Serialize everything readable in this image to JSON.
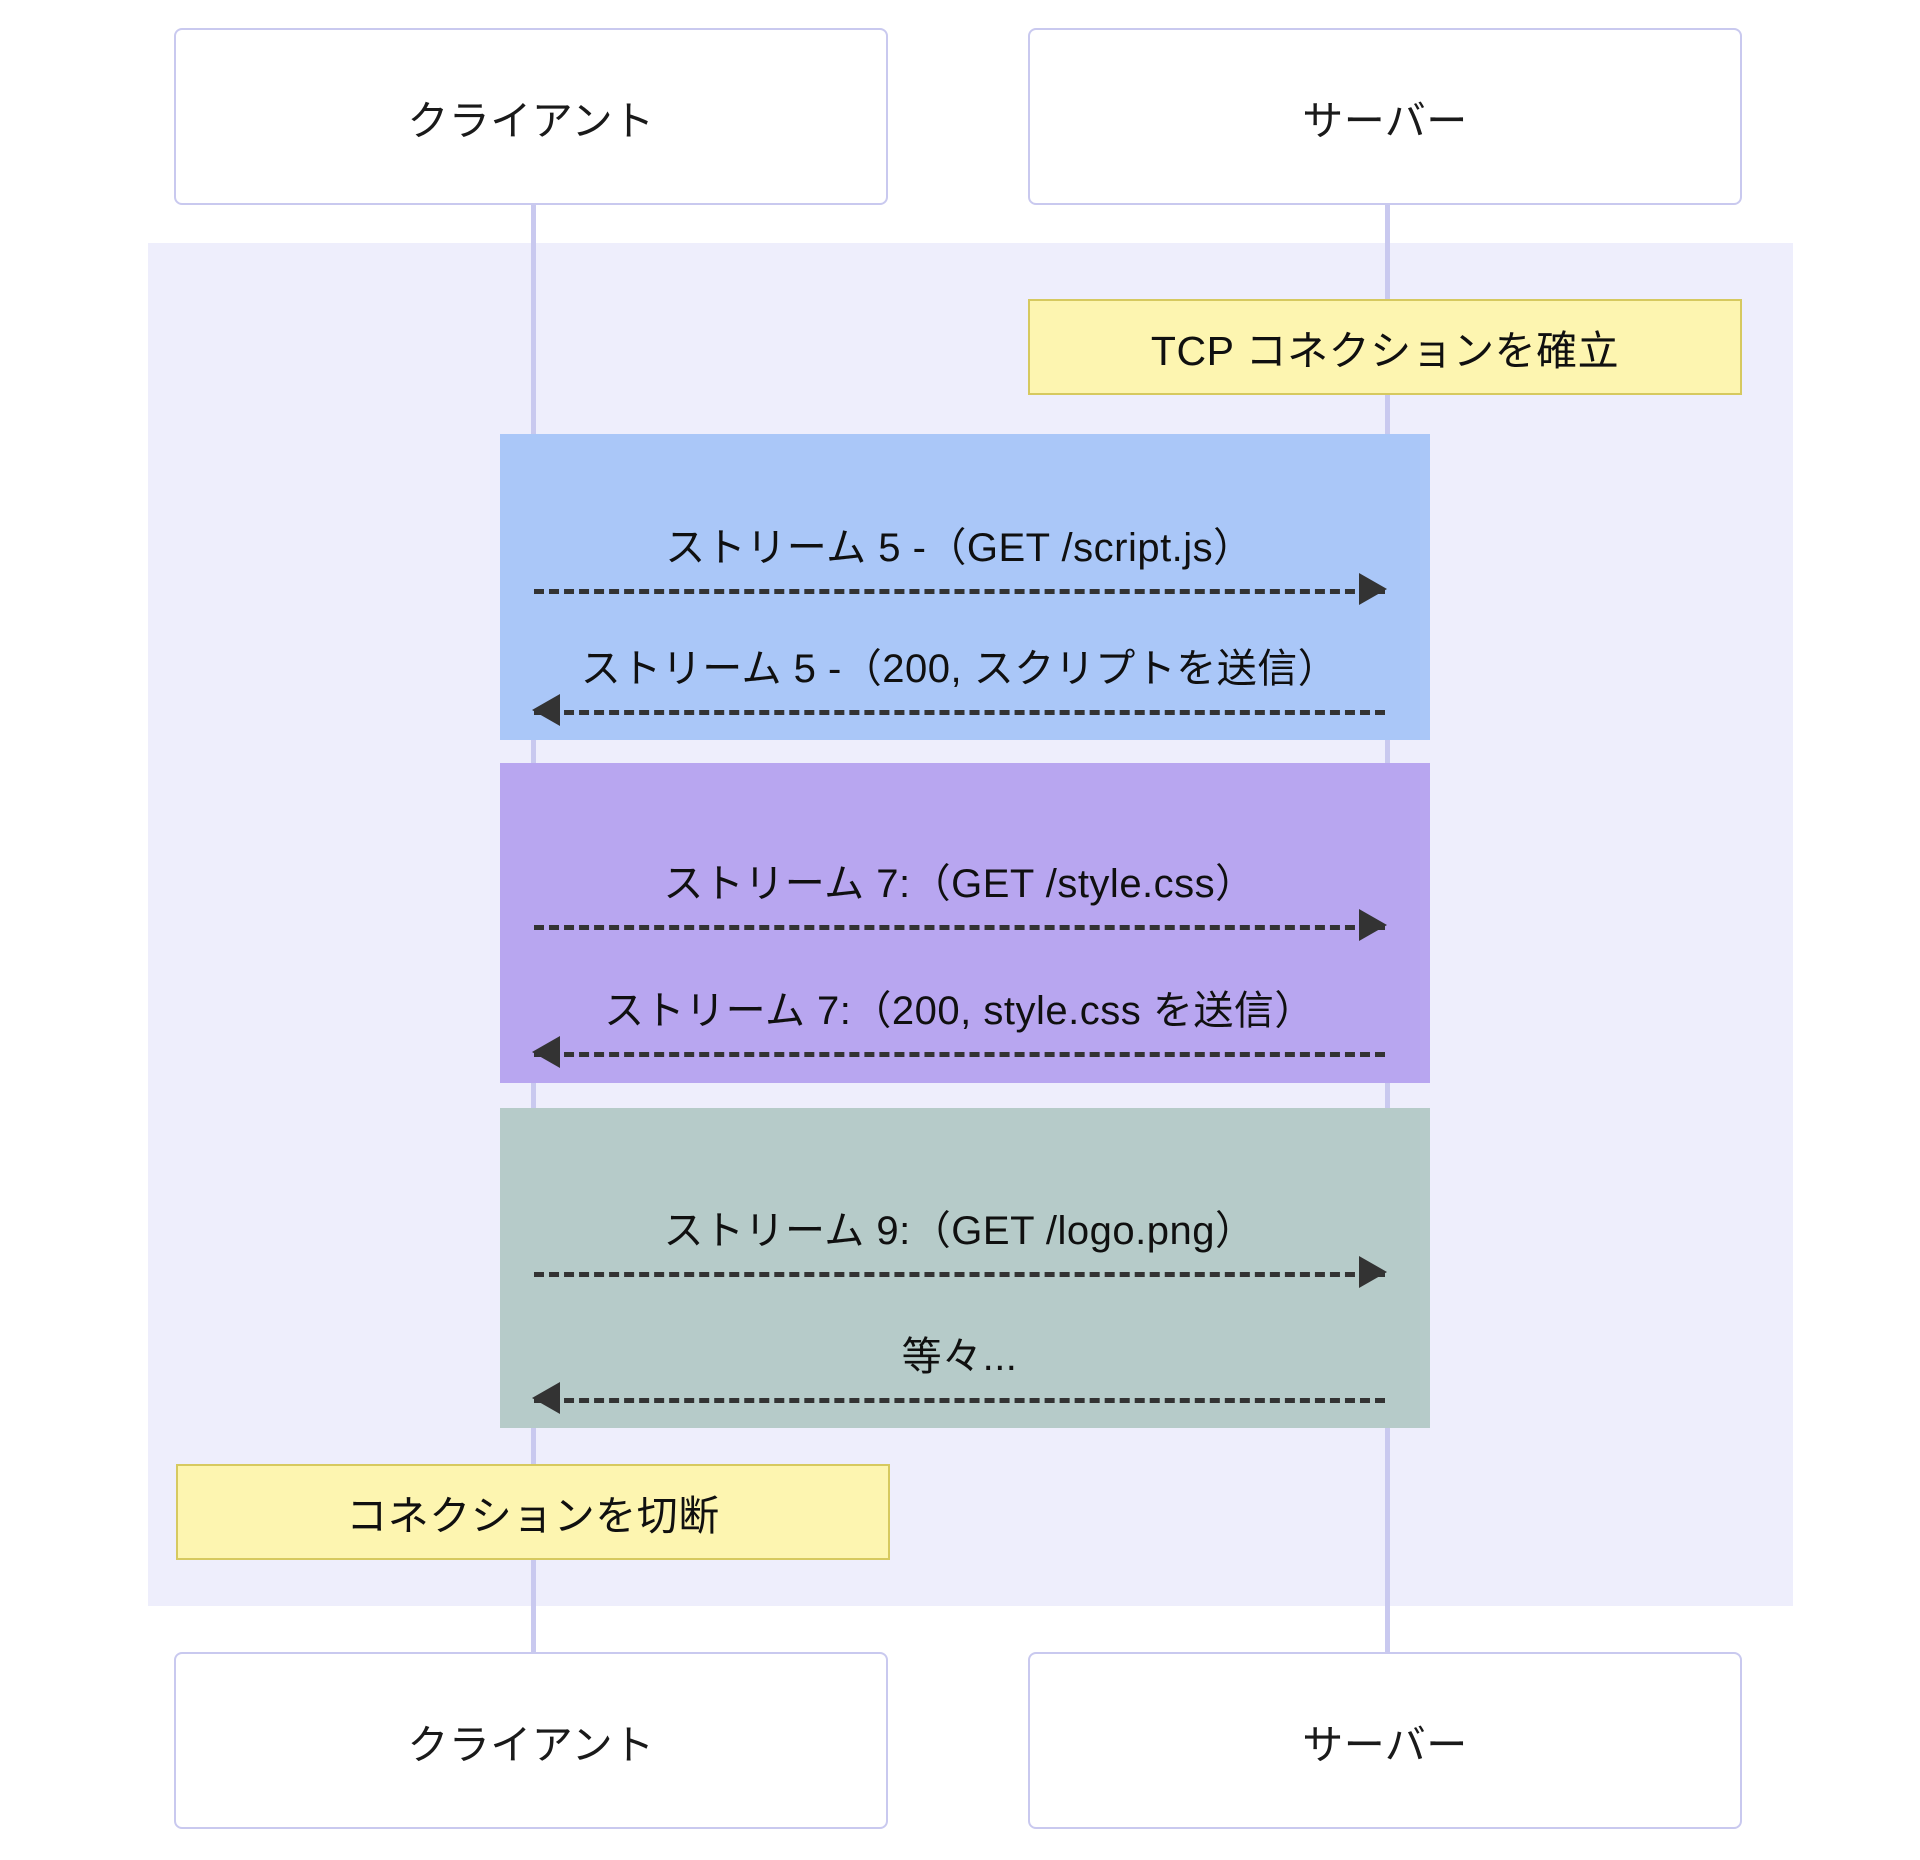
{
  "diagram": {
    "type": "sequence-diagram",
    "colors": {
      "participant_border": "#c9c9ef",
      "participant_fill": "#ffffff",
      "lifeline": "#c9c9ef",
      "region_fill": "#eeeefc",
      "note_fill": "#fdf5b0",
      "note_border": "#d6c95f",
      "arrow": "#333333",
      "block_blue": "#aac7f8",
      "block_purple": "#b8a6f0",
      "block_green": "#b6cbc9"
    }
  },
  "participants": {
    "top": [
      {
        "label": "クライアント",
        "name": "client"
      },
      {
        "label": "サーバー",
        "name": "server"
      }
    ],
    "bottom": [
      {
        "label": "クライアント",
        "name": "client"
      },
      {
        "label": "サーバー",
        "name": "server"
      }
    ]
  },
  "notes": [
    {
      "name": "note-tcp-establish",
      "text": "TCP コネクションを確立"
    },
    {
      "name": "note-disconnect",
      "text": "コネクションを切断"
    }
  ],
  "blocks": [
    {
      "name": "block-stream-5",
      "color": "#aac7f8"
    },
    {
      "name": "block-stream-7",
      "color": "#b8a6f0"
    },
    {
      "name": "block-stream-9",
      "color": "#b6cbc9"
    }
  ],
  "messages": [
    {
      "name": "msg-stream5-request",
      "text": "ストリーム 5 -（GET /script.js）",
      "direction": "right"
    },
    {
      "name": "msg-stream5-response",
      "text": "ストリーム 5 -（200, スクリプトを送信）",
      "direction": "left"
    },
    {
      "name": "msg-stream7-request",
      "text": "ストリーム 7:（GET /style.css）",
      "direction": "right"
    },
    {
      "name": "msg-stream7-response",
      "text": "ストリーム 7:（200, style.css を送信）",
      "direction": "left"
    },
    {
      "name": "msg-stream9-request",
      "text": "ストリーム 9:（GET /logo.png）",
      "direction": "right"
    },
    {
      "name": "msg-etc-response",
      "text": "等々...",
      "direction": "left"
    }
  ]
}
